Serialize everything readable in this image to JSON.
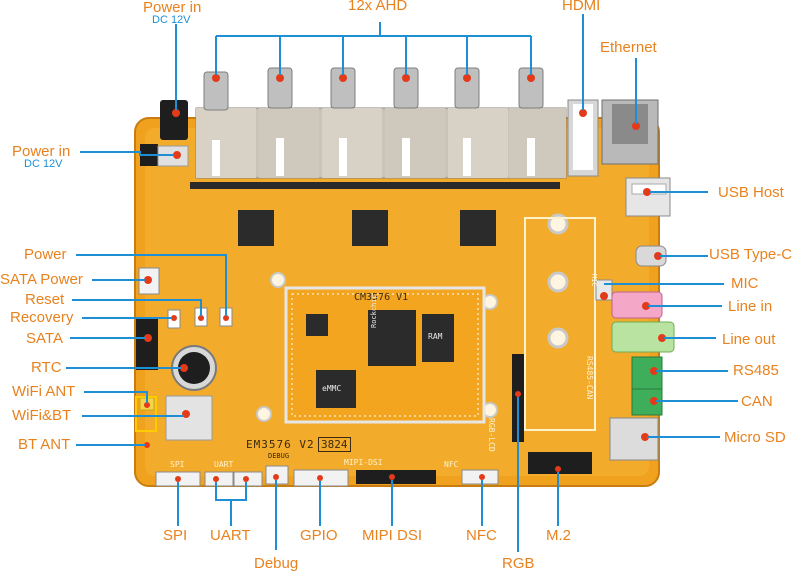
{
  "colors": {
    "label": "#e8821e",
    "sublabel": "#1e8fd4",
    "leader": "#1e8fd4",
    "pcb": "#f0a21e",
    "marker": "#e33b1a"
  },
  "labels": {
    "power_in_top": "Power in",
    "power_in_top_sub": "DC 12V",
    "ahd": "12x AHD",
    "hdmi": "HDMI",
    "ethernet": "Ethernet",
    "power_in_left": "Power in",
    "power_in_left_sub": "DC 12V",
    "usb_host": "USB Host",
    "usb_typec": "USB Type-C",
    "power": "Power",
    "sata_power": "SATA Power",
    "mic": "MIC",
    "reset": "Reset",
    "recovery": "Recovery",
    "line_in": "Line in",
    "sata": "SATA",
    "line_out": "Line out",
    "rtc": "RTC",
    "rs485": "RS485",
    "wifi_ant": "WiFi ANT",
    "can": "CAN",
    "wifi_bt": "WiFi&BT",
    "micro_sd": "Micro SD",
    "bt_ant": "BT ANT",
    "spi": "SPI",
    "uart": "UART",
    "gpio": "GPIO",
    "mipi_dsi": "MIPI DSI",
    "nfc": "NFC",
    "m2": "M.2",
    "debug": "Debug",
    "rgb": "RGB"
  },
  "board": {
    "som_name": "CM3576 V1",
    "board_name": "EM3576 V2",
    "board_code": "3824",
    "ram_chip": "RAM",
    "emmc_chip": "eMMC",
    "soc_brand": "Rockchip",
    "silk_spi": "SPI",
    "silk_uart": "UART",
    "silk_debug": "DEBUG",
    "silk_mipi": "MIPI-DSI",
    "silk_nfc": "NFC",
    "silk_rgb": "RGB-LCD",
    "silk_rs485": "RS485-CAN",
    "silk_mic": "MIC"
  }
}
